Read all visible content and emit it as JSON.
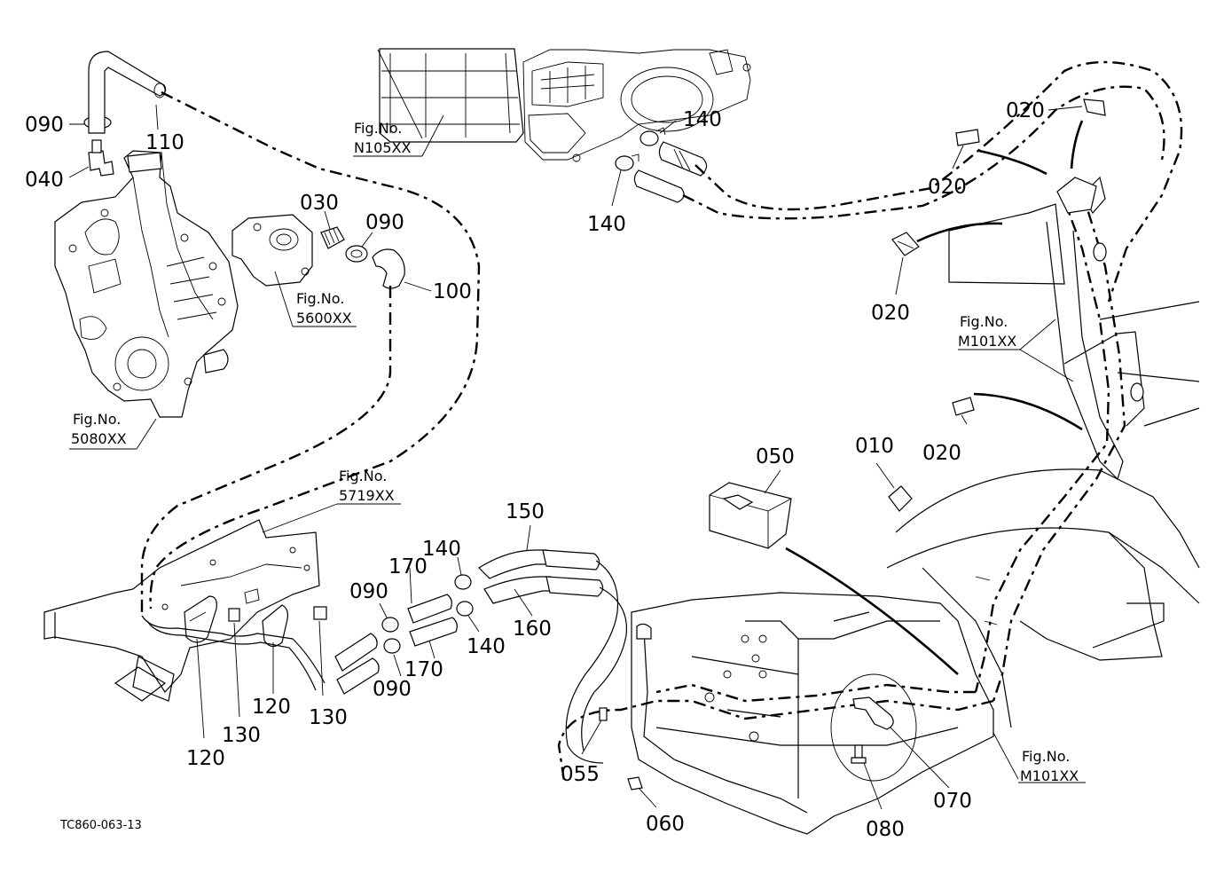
{
  "drawing_code": "TC860-063-13",
  "fig_refs": {
    "n105": {
      "label": "Fig.No.",
      "number": "N105XX"
    },
    "f5600": {
      "label": "Fig.No.",
      "number": "5600XX"
    },
    "f5080": {
      "label": "Fig.No.",
      "number": "5080XX"
    },
    "f5719": {
      "label": "Fig.No.",
      "number": "5719XX"
    },
    "m101_upper": {
      "label": "Fig.No.",
      "number": "M101XX"
    },
    "m101_lower": {
      "label": "Fig.No.",
      "number": "M101XX"
    }
  },
  "callouts": {
    "c090_a": "090",
    "c040": "040",
    "c110": "110",
    "c030": "030",
    "c090_b": "090",
    "c100": "100",
    "c140_a": "140",
    "c140_b": "140",
    "c020_a": "020",
    "c020_b": "020",
    "c020_c": "020",
    "c020_d": "020",
    "c050": "050",
    "c010": "010",
    "c150": "150",
    "c140_c": "140",
    "c170_a": "170",
    "c090_c": "090",
    "c160": "160",
    "c140_d": "140",
    "c170_b": "170",
    "c090_d": "090",
    "c120_a": "120",
    "c130_a": "130",
    "c120_b": "120",
    "c130_b": "130",
    "c055": "055",
    "c060": "060",
    "c080": "080",
    "c070": "070"
  }
}
